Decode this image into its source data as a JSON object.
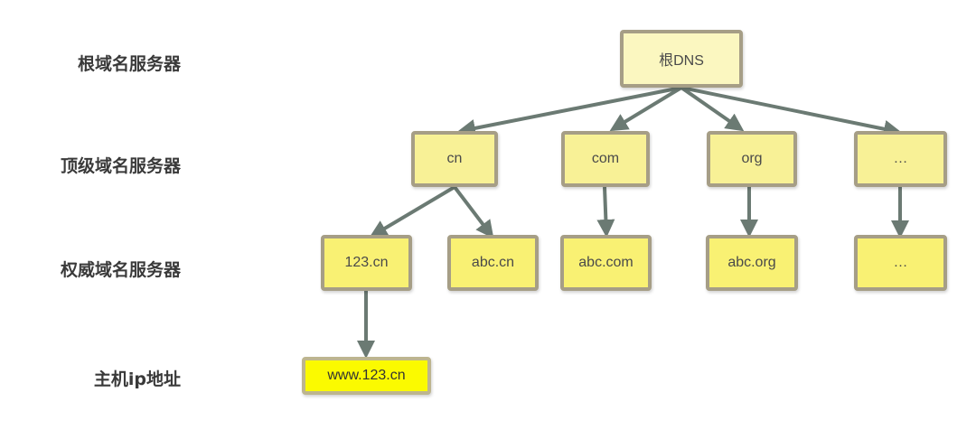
{
  "levels": {
    "root": "根域名服务器",
    "tld": "顶级域名服务器",
    "authoritative": "权威域名服务器",
    "host": "主机ip地址"
  },
  "nodes": {
    "root": "根DNS",
    "cn": "cn",
    "com": "com",
    "org": "org",
    "tld_more": "…",
    "n123cn": "123.cn",
    "abccn": "abc.cn",
    "abccom": "abc.com",
    "abcorg": "abc.org",
    "auth_more": "…",
    "www123cn": "www.123.cn"
  },
  "colors": {
    "edge": "#6b7a73",
    "border": "#a69e86",
    "host_fill": "#fbfa00"
  }
}
